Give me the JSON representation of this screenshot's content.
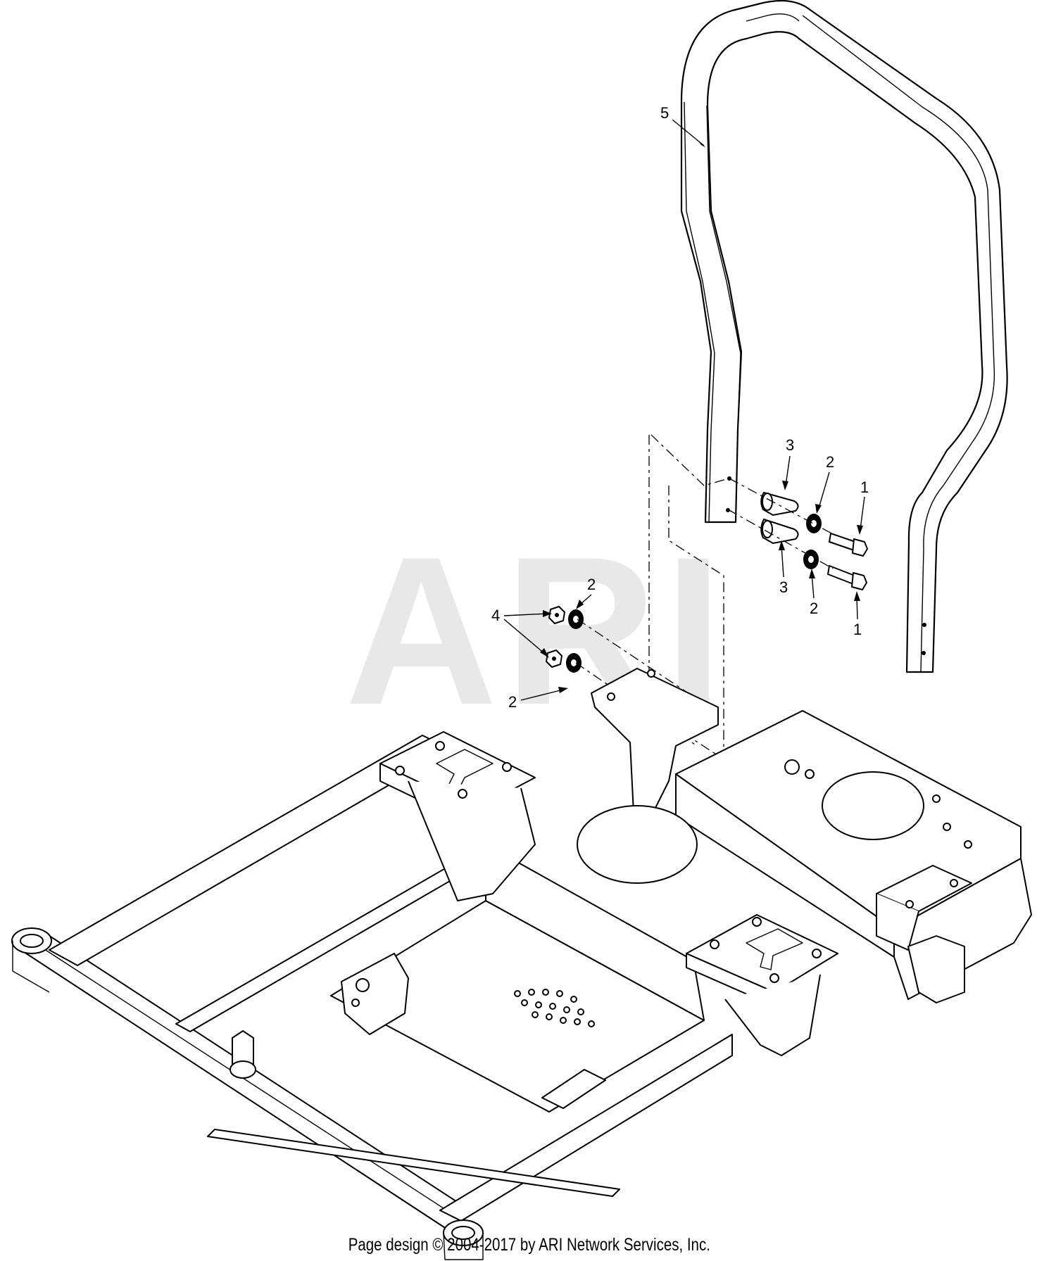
{
  "watermark": "ARI",
  "footer": "Page design © 2004-2017 by ARI Network Services, Inc.",
  "callouts": {
    "c1a": "1",
    "c1b": "1",
    "c2a": "2",
    "c2b": "2",
    "c2c": "2",
    "c2d": "2",
    "c3a": "3",
    "c3b": "3",
    "c4": "4",
    "c5": "5"
  }
}
